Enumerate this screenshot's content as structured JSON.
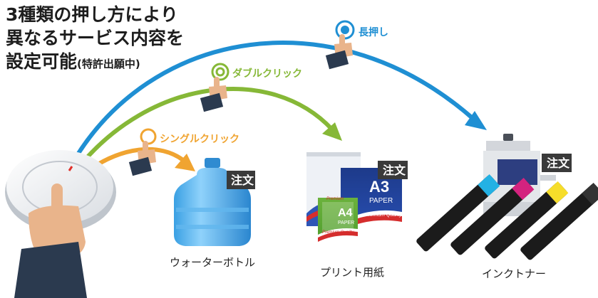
{
  "headline": {
    "line1": "3種類の押し方により",
    "line2": "異なるサービス内容を",
    "line3": "設定可能",
    "note": "(特許出願中)"
  },
  "gestures": {
    "single": "シングルクリック",
    "double": "ダブルクリック",
    "long": "長押し"
  },
  "products": {
    "water": "ウォーターボトル",
    "paper": "プリント用紙",
    "ink": "インクトナー"
  },
  "order_badge": "注文",
  "paper_pack": {
    "a3": "A3",
    "a4": "A4",
    "paper_word": "PAPER",
    "premium_quality": "Premium Quality",
    "premium": "Premium"
  },
  "colors": {
    "single": "#f0a431",
    "double": "#86b837",
    "long": "#1f8fd3",
    "skin": "#e9b48b",
    "sleeve": "#2b3a4f"
  }
}
